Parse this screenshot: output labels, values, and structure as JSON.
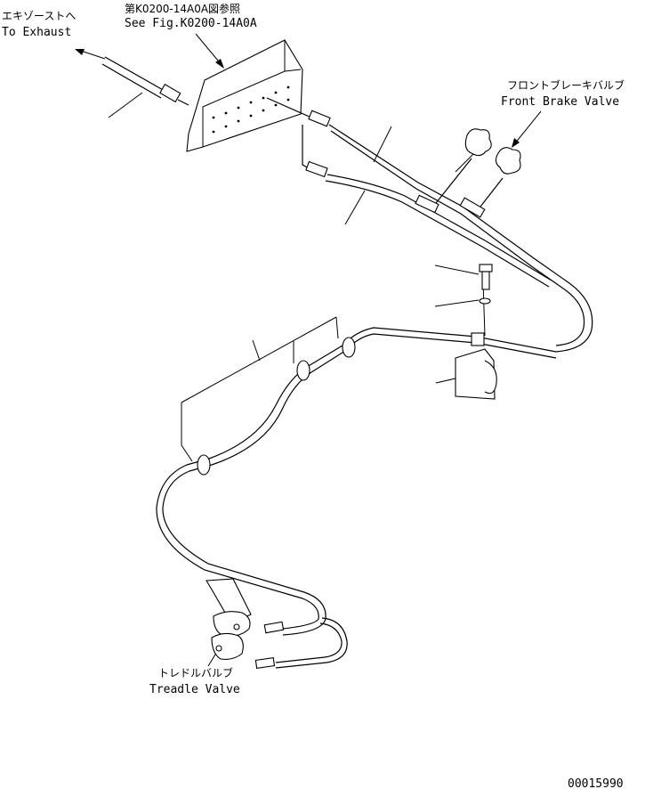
{
  "labels": {
    "exhaust_jp": "エキゾーストへ",
    "exhaust_en": "To Exhaust",
    "ref_jp": "第K0200-14A0A図参照",
    "ref_en": "See Fig.K0200-14A0A",
    "front_brake_jp": "フロントブレーキバルブ",
    "front_brake_en": "Front Brake Valve",
    "treadle_jp": "トレドルバルブ",
    "treadle_en": "Treadle Valve",
    "figure_number": "00015990"
  }
}
